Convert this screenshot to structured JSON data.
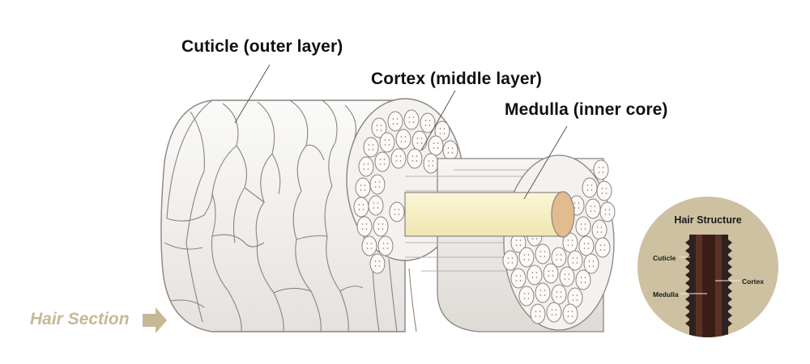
{
  "labels": {
    "cuticle": "Cuticle (outer layer)",
    "cortex": "Cortex (middle layer)",
    "medulla": "Medulla (inner core)"
  },
  "hair_section": "Hair Section",
  "inset": {
    "title": "Hair Structure",
    "cuticle": "Cuticle",
    "medulla": "Medulla",
    "cortex": "Cortex"
  },
  "colors": {
    "background": "#ffffff",
    "shell": "#f2f0ee",
    "outline": "#8a8480",
    "medulla_core": "#f7f1c2",
    "medulla_end": "#e2bb8e",
    "accent_tan": "#c6b895",
    "inset_circle": "#cdc1a1",
    "hair_dark": "#3a2a24",
    "hair_mid": "#6a3d2c"
  },
  "icons": [
    "arrow-right-icon"
  ]
}
